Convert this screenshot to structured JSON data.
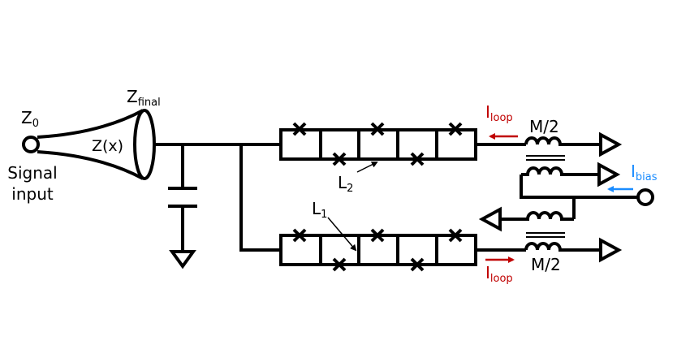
{
  "labels": {
    "z0": {
      "main": "Z",
      "sub": "0"
    },
    "zfinal": {
      "main": "Z",
      "sub": "final"
    },
    "zx": "Z(x)",
    "signal_input_line1": "Signal",
    "signal_input_line2": "input",
    "iloop_top": {
      "main": "I",
      "sub": "loop"
    },
    "iloop_bottom": {
      "main": "I",
      "sub": "loop"
    },
    "m2_top": "M/2",
    "m2_bottom": "M/2",
    "ibias": {
      "main": "I",
      "sub": "bias"
    },
    "l1": {
      "main": "L",
      "sub": "1"
    },
    "l2": {
      "main": "L",
      "sub": "2"
    }
  },
  "colors": {
    "line": "#000000",
    "iloop": "#c00000",
    "ibias": "#1a8cff",
    "background": "#ffffff"
  }
}
